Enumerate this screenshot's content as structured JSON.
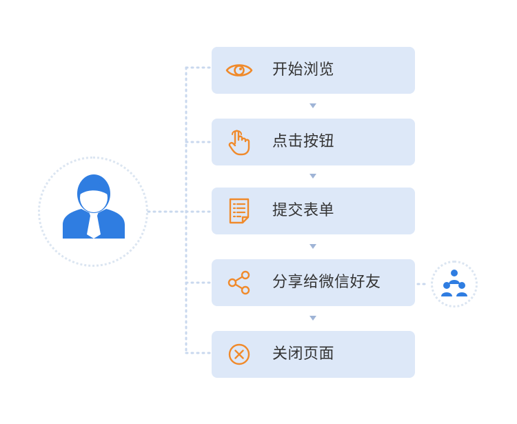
{
  "colors": {
    "accent_orange": "#f08a2b",
    "user_blue": "#2f7de1",
    "step_bg": "#dde8f8",
    "dotted_line": "#c9d8ee",
    "arrow": "#9fb4d6"
  },
  "user": {
    "icon": "user-icon"
  },
  "steps": [
    {
      "label": "开始浏览",
      "icon": "eye-icon"
    },
    {
      "label": "点击按钮",
      "icon": "pointer-hand-icon"
    },
    {
      "label": "提交表单",
      "icon": "document-icon"
    },
    {
      "label": "分享给微信好友",
      "icon": "share-icon"
    },
    {
      "label": "关闭页面",
      "icon": "close-circle-icon"
    }
  ],
  "group": {
    "icon": "group-icon"
  }
}
